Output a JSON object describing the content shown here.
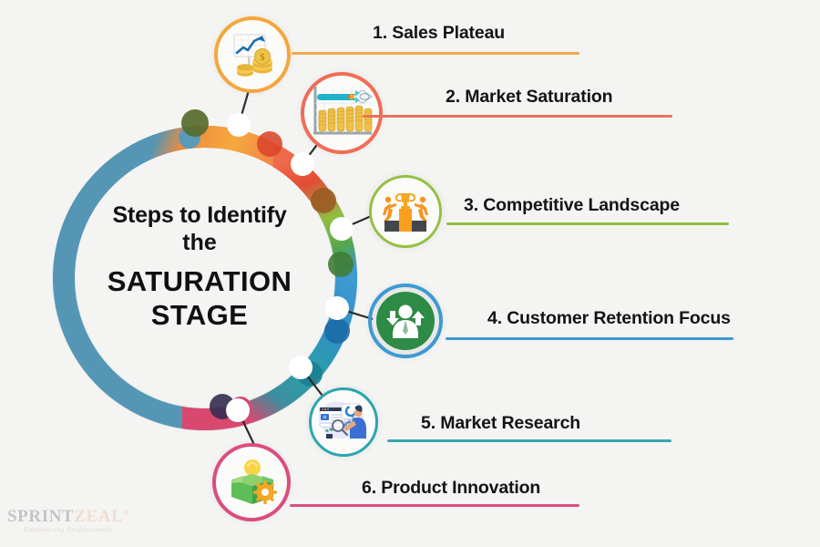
{
  "title": {
    "line1": "Steps to Identify",
    "line2": "the",
    "line3": "SATURATION",
    "line4": "STAGE"
  },
  "steps": [
    {
      "number": "1",
      "label": "1. Sales Plateau",
      "icon": "growth-chart-coins-icon",
      "ring_color": "#f5a63b",
      "rule_color": "#efa94a"
    },
    {
      "number": "2",
      "label": "2. Market Saturation",
      "icon": "coin-bar-chart-rocket-icon",
      "ring_color": "#ef6e55",
      "rule_color": "#e9715c"
    },
    {
      "number": "3",
      "label": "3. Competitive Landscape",
      "icon": "podium-trophy-runners-icon",
      "ring_color": "#93c043",
      "rule_color": "#8fbe3f"
    },
    {
      "number": "4",
      "label": "4. Customer Retention Focus",
      "icon": "customer-retention-person-icon",
      "ring_color": "#3d9ad1",
      "rule_color": "#3d9ad1"
    },
    {
      "number": "5",
      "label": "5. Market Research",
      "icon": "research-dashboard-magnifier-icon",
      "ring_color": "#2ca5ae",
      "rule_color": "#3aa7ae"
    },
    {
      "number": "6",
      "label": "6. Product Innovation",
      "icon": "idea-box-lightbulb-gear-icon",
      "ring_color": "#d94e7f",
      "rule_color": "#d8507f"
    }
  ],
  "arc": {
    "gradient_stops": [
      "#5596b5",
      "#62a2be",
      "#f08a3c",
      "#f5a93f",
      "#ef6a4b",
      "#e34b35",
      "#8fbe3f",
      "#5aa84a",
      "#3e9ad2",
      "#2f8fc4",
      "#2ba0a8",
      "#2a9fa6",
      "#d9486f",
      "#d94872"
    ],
    "accent_dots": [
      "#556b2f",
      "#d9452b",
      "#9a5a22",
      "#3f7d35",
      "#1f6fa8",
      "#1f7f8f",
      "#3a2f52"
    ]
  },
  "logo": {
    "word1": "SPRINT",
    "word2": "ZEAL",
    "registered": "®",
    "tagline": "Empowering Professionals"
  }
}
